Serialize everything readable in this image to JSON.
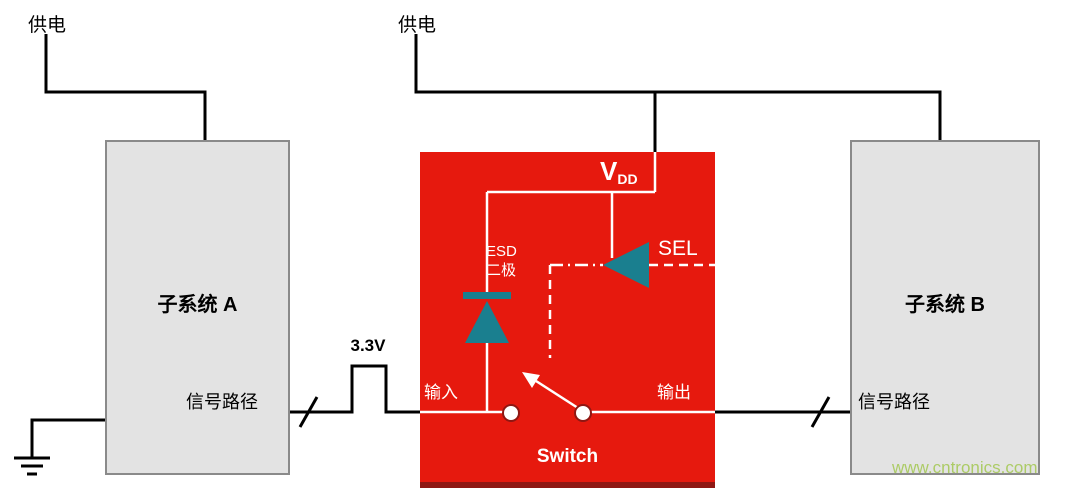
{
  "colors": {
    "red_box": "#e6190e",
    "red_box_dark": "#8f1713",
    "teal": "#1a7f8f",
    "gray_box": "#e3e3e3",
    "gray_border": "#8a8a8a",
    "wire": "#000000",
    "watermark": "#9fc648"
  },
  "labels": {
    "power_left": "供电",
    "power_right": "供电",
    "subsystem_a": "子系统 A",
    "subsystem_b": "子系统 B",
    "signal_path_left": "信号路径",
    "signal_path_right": "信号路径",
    "pulse_voltage": "3.3V",
    "vdd_main": "V",
    "vdd_sub": "DD",
    "sel": "SEL",
    "esd_line1": "ESD",
    "esd_line2": "二极",
    "input": "输入",
    "output": "输出",
    "switch": "Switch",
    "watermark": "www.cntronics.com"
  }
}
